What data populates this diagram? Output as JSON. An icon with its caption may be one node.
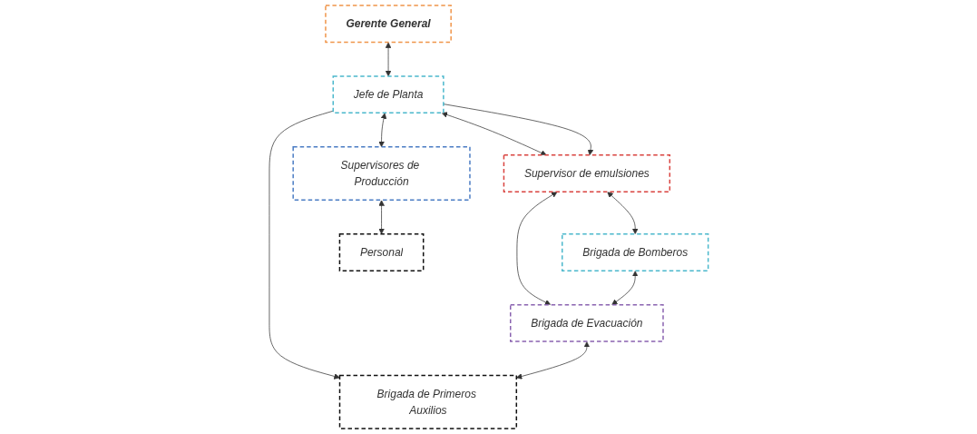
{
  "diagram": {
    "nodes": [
      {
        "text": [
          "Gerente General"
        ]
      },
      {
        "text": [
          "Jefe de Planta"
        ]
      },
      {
        "text": [
          "Supervisor de emulsiones"
        ]
      },
      {
        "text": [
          "Supervisores de Producción"
        ]
      },
      {
        "text": [
          "Brigada de Bomberos"
        ]
      },
      {
        "text": [
          "Brigada de Evacuación"
        ]
      },
      {
        "text": [
          "Brigada de Primeros Auxilios"
        ]
      },
      {
        "text": [
          "Personal"
        ]
      }
    ],
    "edges": [
      {
        "from": 0,
        "to": 1,
        "arrow": "both"
      },
      {
        "from": 1,
        "to": 2,
        "arrow": "both"
      },
      {
        "from": 1,
        "to": 3,
        "arrow": "both"
      },
      {
        "from": 1,
        "to": 2,
        "arrow": "to"
      },
      {
        "from": 1,
        "to": 6,
        "arrow": "to"
      },
      {
        "from": 2,
        "to": 4,
        "arrow": "both"
      },
      {
        "from": 2,
        "to": 5,
        "arrow": "both"
      },
      {
        "from": 4,
        "to": 5,
        "arrow": "both"
      },
      {
        "from": 5,
        "to": 6,
        "arrow": "both"
      },
      {
        "from": 3,
        "to": 7,
        "arrow": "both"
      }
    ]
  }
}
